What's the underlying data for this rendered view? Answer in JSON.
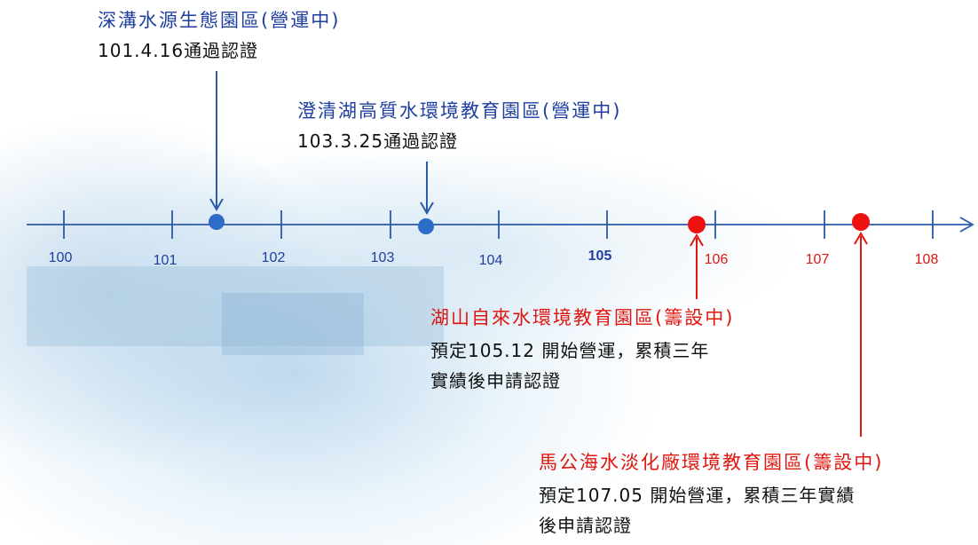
{
  "timeline": {
    "ticks": [
      {
        "label": "100",
        "style": "blue"
      },
      {
        "label": "101",
        "style": "blue"
      },
      {
        "label": "102",
        "style": "blue"
      },
      {
        "label": "103",
        "style": "blue"
      },
      {
        "label": "104",
        "style": "blue"
      },
      {
        "label": "105",
        "style": "blue-bold"
      },
      {
        "label": "106",
        "style": "red"
      },
      {
        "label": "107",
        "style": "red"
      },
      {
        "label": "108",
        "style": "red"
      }
    ]
  },
  "events": [
    {
      "title": "深溝水源生態園區(營運中)",
      "detail": "101.4.16通過認證",
      "color": "#1f3fa0"
    },
    {
      "title": "澄清湖高質水環境教育園區(營運中)",
      "detail": "103.3.25通過認證",
      "color": "#1f3fa0"
    },
    {
      "title": "湖山自來水環境教育園區(籌設中)",
      "detail_line1": "預定105.12 開始營運，累積三年",
      "detail_line2": "實績後申請認證",
      "color": "#e0160f"
    },
    {
      "title": "馬公海水淡化廠環境教育園區(籌設中)",
      "detail_line1": "預定107.05 開始營運，累積三年實績",
      "detail_line2": "後申請認證",
      "color": "#e0160f"
    }
  ],
  "colors": {
    "axis": "#2a5aa8",
    "blue_marker": "#2f6cc8",
    "red_marker": "#ee1111",
    "arrow_blue": "#2a5aa8",
    "arrow_red": "#e0160f"
  }
}
